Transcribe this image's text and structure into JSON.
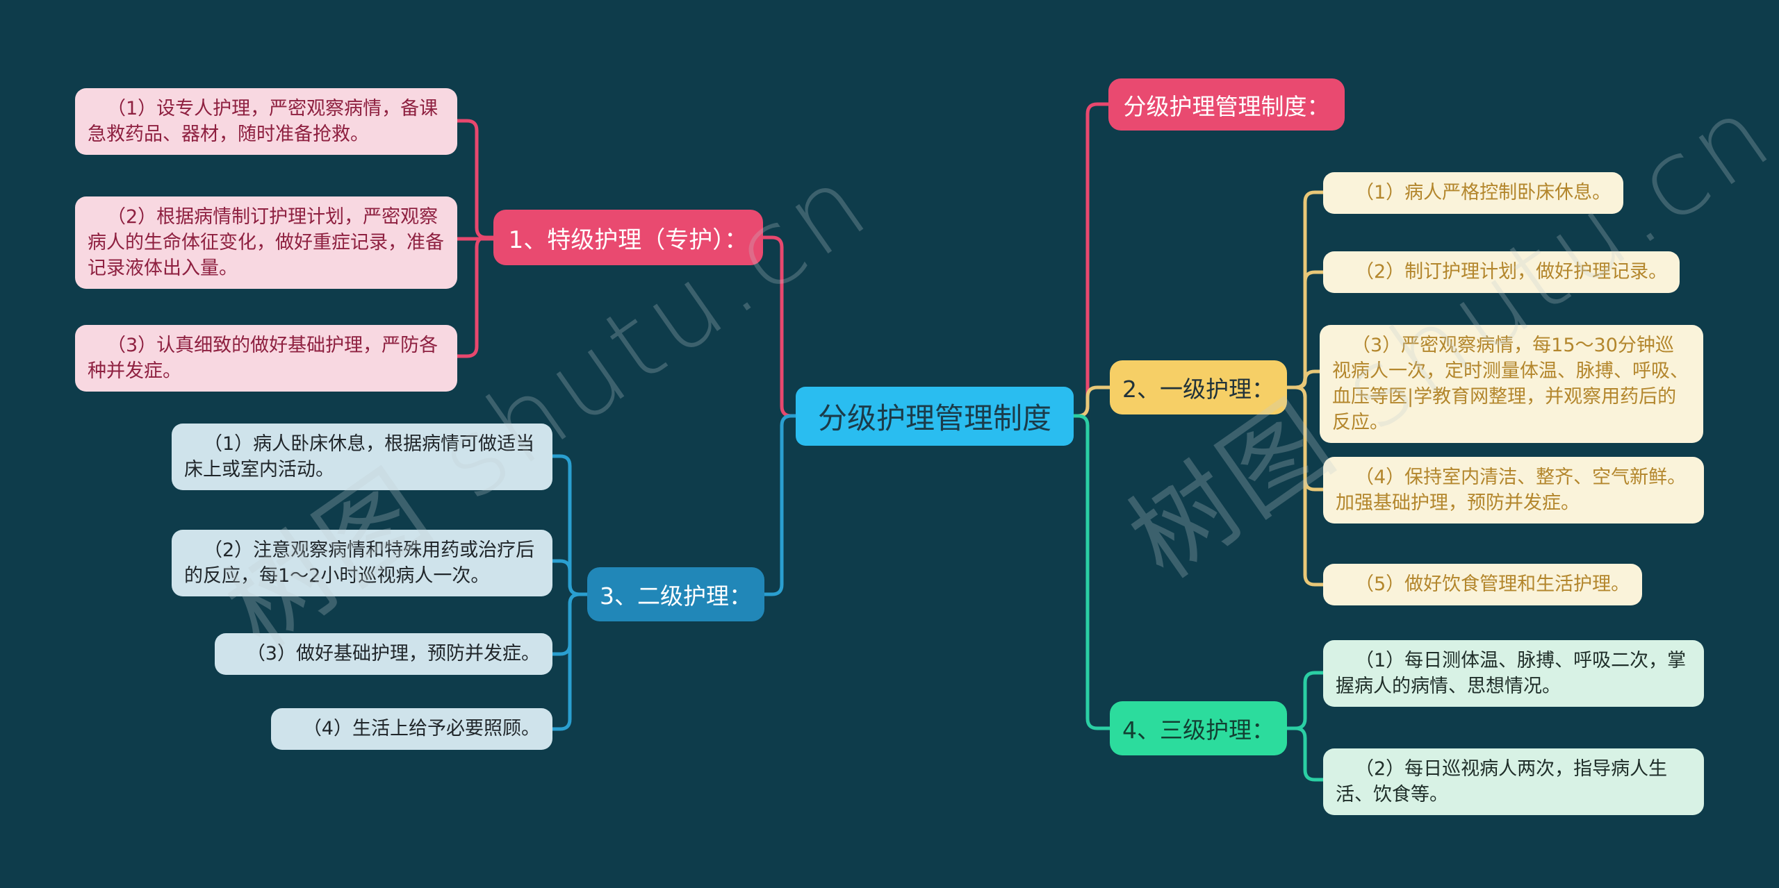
{
  "central": {
    "label": "分级护理管理制度"
  },
  "title_node": {
    "label": "分级护理管理制度："
  },
  "watermark": {
    "text": "树图 shutu.cn"
  },
  "branches": {
    "special": {
      "label": "1、特级护理（专护）：",
      "color": "#e94a70",
      "items": [
        "（1）设专人护理，严密观察病情，备课急救药品、器材，随时准备抢救。",
        "（2）根据病情制订护理计划，严密观察病人的生命体征变化，做好重症记录，准备记录液体出入量。",
        "（3）认真细致的做好基础护理，严防各种并发症。"
      ]
    },
    "first": {
      "label": "2、一级护理：",
      "color": "#f6cf66",
      "items": [
        "（1）病人严格控制卧床休息。",
        "（2）制订护理计划，做好护理记录。",
        "（3）严密观察病情，每15～30分钟巡视病人一次，定时测量体温、脉搏、呼吸、血压等医|学教育网整理，并观察用药后的反应。",
        "（4）保持室内清洁、整齐、空气新鲜。加强基础护理，预防并发症。",
        "（5）做好饮食管理和生活护理。"
      ]
    },
    "second": {
      "label": "3、二级护理：",
      "color": "#2187b8",
      "items": [
        "（1）病人卧床休息，根据病情可做适当床上或室内活动。",
        "（2）注意观察病情和特殊用药或治疗后的反应，每1～2小时巡视病人一次。",
        "（3）做好基础护理，预防并发症。",
        "（4）生活上给予必要照顾。"
      ]
    },
    "third": {
      "label": "4、三级护理：",
      "color": "#2cdc9d",
      "items": [
        "（1）每日测体温、脉搏、呼吸二次，掌握病人的病情、思想情况。",
        "（2）每日巡视病人两次，指导病人生活、饮食等。"
      ]
    }
  },
  "colors": {
    "background": "#0e3c4b",
    "central_node": "#2abdf0",
    "pink_branch": "#e94a70",
    "pink_leaf_bg": "#f8d8e1",
    "pink_leaf_text": "#8e2040",
    "blue_branch": "#2187b8",
    "blue_leaf_bg": "#cfe3eb",
    "yellow_branch": "#f6cf66",
    "yellow_leaf_bg": "#faf3da",
    "yellow_leaf_text": "#b3862c",
    "green_branch": "#2cdc9d",
    "green_leaf_bg": "#d8f2e5",
    "connector_pink": "#e8486e",
    "connector_blue": "#2a9fd0",
    "connector_yellow": "#e9c878",
    "connector_green": "#2bcfa4"
  }
}
